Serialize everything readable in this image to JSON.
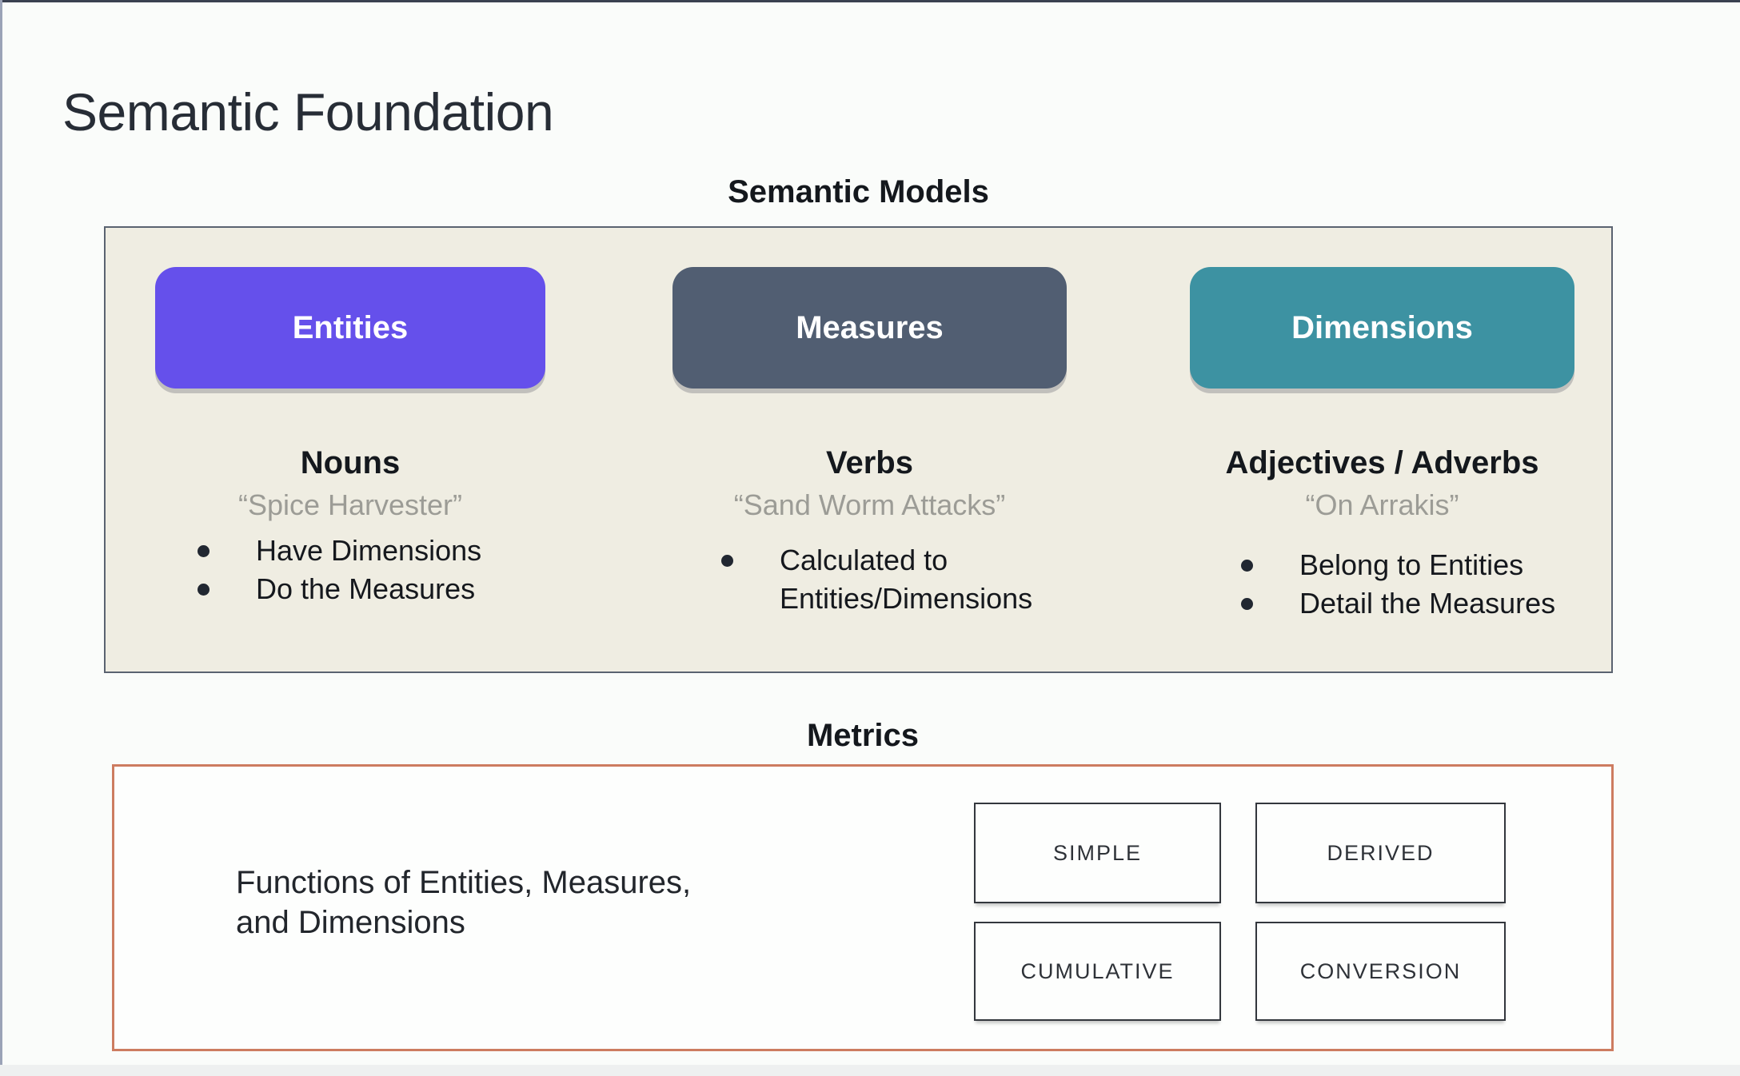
{
  "slide": {
    "title": "Semantic Foundation"
  },
  "semantic_models": {
    "heading": "Semantic Models",
    "panel_background": "#efede2",
    "panel_border": "#5a6370",
    "columns": [
      {
        "pill": "Entities",
        "color": "#6550eb",
        "role": "Nouns",
        "example": "“Spice Harvester”",
        "bullets": [
          "Have Dimensions",
          "Do the Measures"
        ]
      },
      {
        "pill": "Measures",
        "color": "#515e72",
        "role": "Verbs",
        "example": "“Sand Worm Attacks”",
        "bullets": [
          "Calculated to Entities/Dimensions"
        ]
      },
      {
        "pill": "Dimensions",
        "color": "#3d92a2",
        "role": "Adjectives / Adverbs",
        "example": "“On Arrakis”",
        "bullets": [
          "Belong to Entities",
          "Detail the Measures"
        ]
      }
    ]
  },
  "metrics": {
    "heading": "Metrics",
    "description_line1": "Functions of Entities, Measures,",
    "description_line2": "and Dimensions",
    "border_color": "#cd7c60",
    "types": [
      "SIMPLE",
      "DERIVED",
      "CUMULATIVE",
      "CONVERSION"
    ]
  }
}
